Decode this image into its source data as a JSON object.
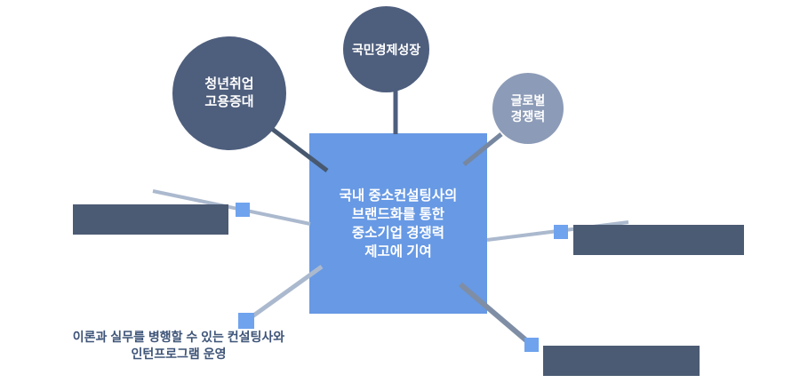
{
  "colors": {
    "center_blue": "#6799E4",
    "node_blue": "#6FA3EE",
    "dark_circle": "#4E5E7D",
    "light_circle": "#8C9BB7",
    "dark_rect": "#4C5B74",
    "light_line": "#ABB9CE",
    "gray_line": "#7F8EA5",
    "dark_line": "#47586F",
    "caption_text": "#3E5478"
  },
  "center_box": {
    "line1": "국내 중소컨설팅사의",
    "line2": "브랜드화를 통한",
    "line3": "중소기업 경쟁력",
    "line4": "제고에 기여"
  },
  "circles": {
    "youth": {
      "line1": "청년취업",
      "line2": "고용증대"
    },
    "economy": {
      "line1": "국민경제성장"
    },
    "global": {
      "line1": "글로벌",
      "line2": "경쟁력"
    }
  },
  "caption": {
    "line1": "이론과 실무를 병행할 수 있는 컨설팅사와",
    "line2": "인턴프로그램 운영"
  }
}
